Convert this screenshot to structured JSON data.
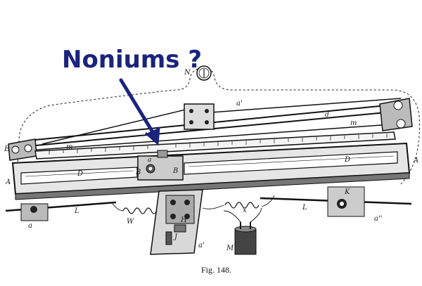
{
  "figure": {
    "caption": "Fig. 148.",
    "annotation": {
      "text": "Noniums ?",
      "color": "#1a237e"
    },
    "labels": {
      "N": "N",
      "a_prime_top": "a'",
      "E_left": "E",
      "m_left": "m",
      "m_right": "m",
      "d_bottom": "d",
      "a_small": "a",
      "B_left": "B",
      "B_right": "B",
      "D_left": "D",
      "D_right": "D",
      "A_left": "A",
      "A_right": "A",
      "K": "K",
      "L_left": "L",
      "L_right": "L",
      "W": "W",
      "x": "x",
      "H": "H",
      "J": "J",
      "a_prime_bottom": "a'",
      "M": "M",
      "a_base": "a",
      "a_double_prime": "a''"
    }
  }
}
